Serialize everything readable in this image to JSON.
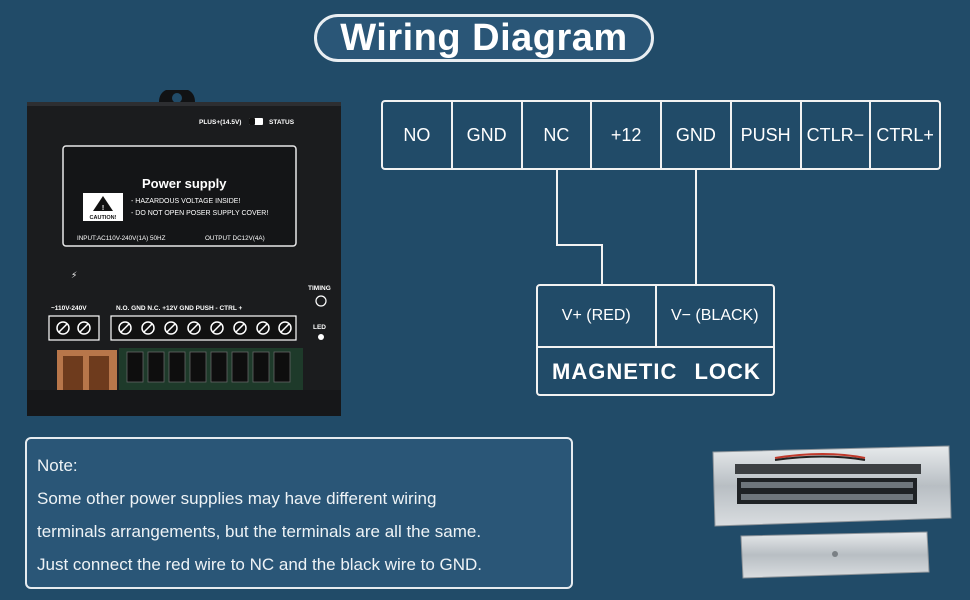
{
  "title": "Wiring Diagram",
  "terminals": [
    "NO",
    "GND",
    "NC",
    "+12",
    "GND",
    "PUSH",
    "CTLR−",
    "CTRL+"
  ],
  "lock": {
    "positive": "V+ (RED)",
    "negative": "V− (BLACK)",
    "title": "MAGNETIC  LOCK"
  },
  "note": {
    "heading": "Note:",
    "lines": [
      "Some other power supplies may have different wiring",
      "terminals arrangements, but the terminals are all the same.",
      "Just connect the red wire to NC and the black wire to GND."
    ]
  },
  "power_supply": {
    "switch_label": "PLUS+(14.5V)",
    "status_label": "STATUS",
    "title": "Power supply",
    "caution": "CAUTION!",
    "warning_1": "- HAZARDOUS VOLTAGE INSIDE!",
    "warning_2": "- DO NOT OPEN POSER SUPPLY COVER!",
    "input": "INPUT:AC110V-240V(1A) 50HZ",
    "output": "OUTPUT DC12V(4A)",
    "ac_label": "~110V-240V",
    "terminal_labels": "N.O.  GND  N.C.  +12V  GND  PUSH  - CTRL +",
    "timing": "TIMING",
    "led": "LED"
  },
  "colors": {
    "background": "#214b68",
    "line": "#f2f2f2",
    "device_body": "#1b1c1e"
  }
}
